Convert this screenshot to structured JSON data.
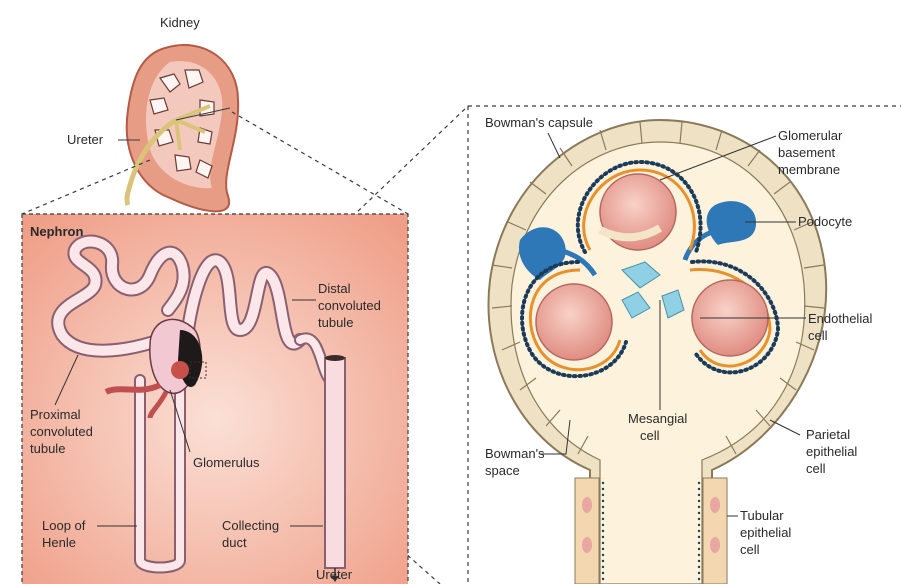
{
  "labels": {
    "kidney": "Kidney",
    "ureter_top": "Ureter",
    "nephron": "Nephron",
    "distal": [
      "Distal",
      "convoluted",
      "tubule"
    ],
    "proximal": [
      "Proximal",
      "convoluted",
      "tubule"
    ],
    "glomerulus": "Glomerulus",
    "loop": [
      "Loop of",
      "Henle"
    ],
    "collecting": [
      "Collecting",
      "duct"
    ],
    "ureter_bottom": "Ureter",
    "bowmans_capsule": "Bowman's capsule",
    "gbm": [
      "Glomerular",
      "basement",
      "membrane"
    ],
    "podocyte": "Podocyte",
    "endothelial": [
      "Endothelial",
      "cell"
    ],
    "mesangial": [
      "Mesangial",
      "cell"
    ],
    "bowmans_space": [
      "Bowman's",
      "space"
    ],
    "parietal": [
      "Parietal",
      "epithelial",
      "cell"
    ],
    "tubular": [
      "Tubular",
      "epithelial",
      "cell"
    ]
  },
  "colors": {
    "nephron_panel": "#f2b8a8",
    "kidney": "#e8a08a",
    "capsule_fill": "#fdf3dc",
    "rbc": "#e9a39a",
    "gbm": "#e8902c",
    "podocyte": "#2f78b8",
    "mesangial": "#8fd0e4"
  }
}
